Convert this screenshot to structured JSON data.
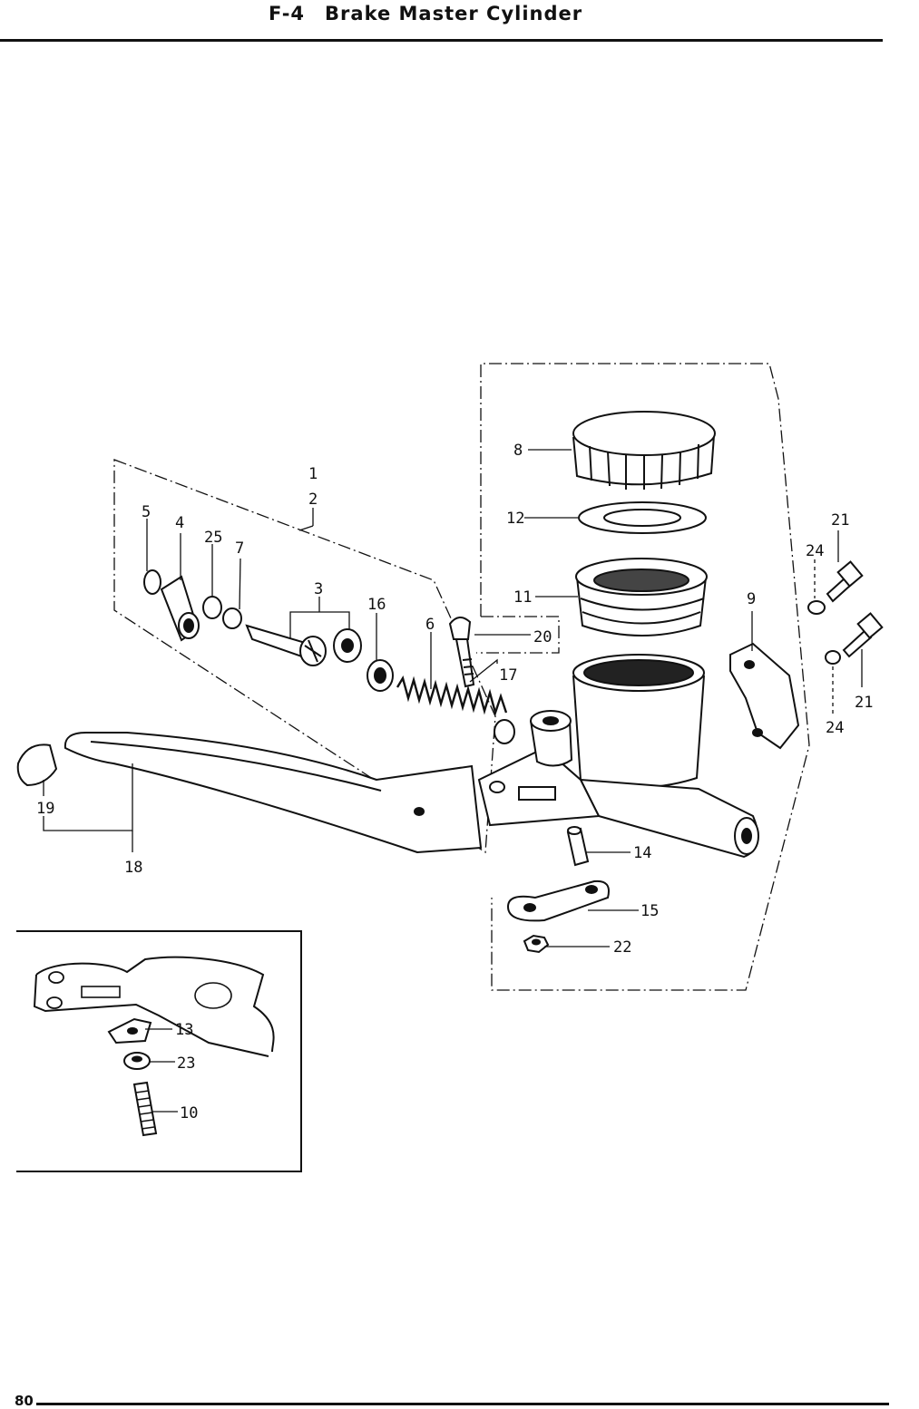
{
  "header": {
    "code": "F-4",
    "title": "Brake Master Cylinder"
  },
  "footer": {
    "page_number": "80"
  },
  "callouts": {
    "c1": "1",
    "c2": "2",
    "c3": "3",
    "c4": "4",
    "c5": "5",
    "c6": "6",
    "c7": "7",
    "c8": "8",
    "c9": "9",
    "c10": "10",
    "c11": "11",
    "c12": "12",
    "c13": "13",
    "c14": "14",
    "c15": "15",
    "c16": "16",
    "c17": "17",
    "c18": "18",
    "c19": "19",
    "c20": "20",
    "c21a": "21",
    "c21b": "21",
    "c22": "22",
    "c23": "23",
    "c24a": "24",
    "c24b": "24",
    "c25": "25"
  },
  "colors": {
    "ink": "#111111",
    "paper": "#ffffff",
    "shade": "#444444"
  }
}
